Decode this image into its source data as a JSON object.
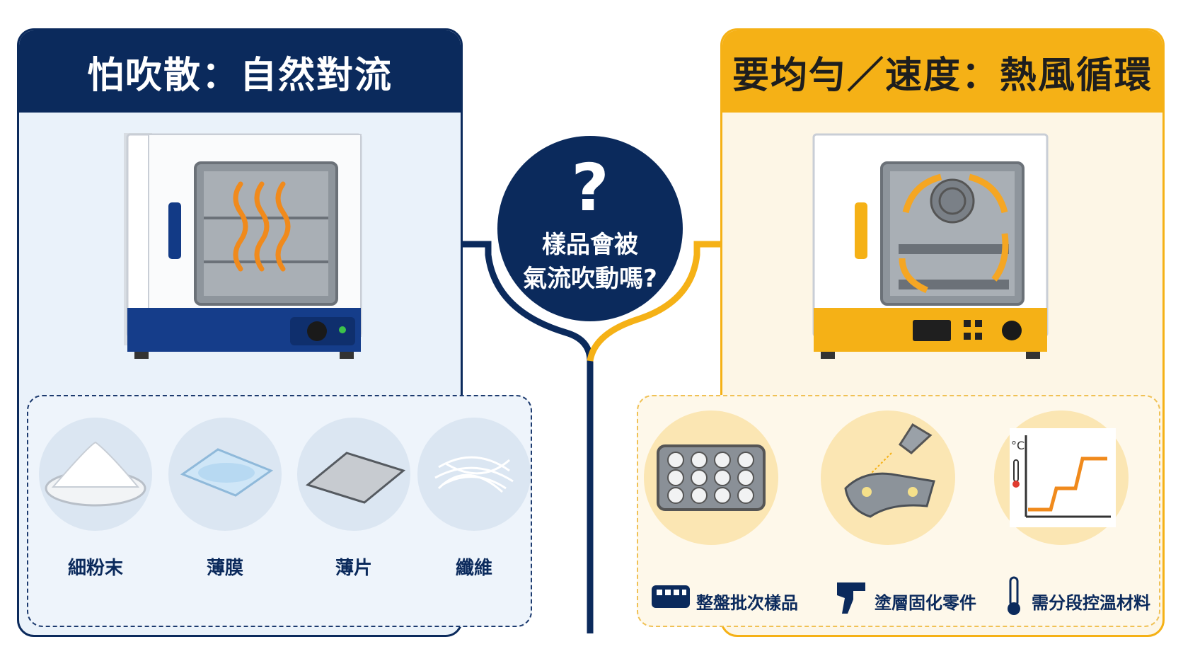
{
  "left_panel": {
    "title": "怕吹散：自然對流",
    "samples": [
      "細粉末",
      "薄膜",
      "薄片",
      "纖維"
    ]
  },
  "right_panel": {
    "title": "要均勻／速度：熱風循環",
    "samples": [
      {
        "label": "整盤批次樣品",
        "icon": "tray-icon"
      },
      {
        "label": "塗層固化零件",
        "icon": "spray-gun-icon"
      },
      {
        "label": "需分段控溫材料",
        "icon": "thermometer-icon"
      }
    ],
    "chart_unit": "°C"
  },
  "center": {
    "question_mark": "?",
    "question_line1": "樣品會被",
    "question_line2": "氣流吹動嗎?"
  },
  "colors": {
    "navy": "#0b2a5c",
    "amber": "#f5b116",
    "heat": "#f08a1c"
  }
}
